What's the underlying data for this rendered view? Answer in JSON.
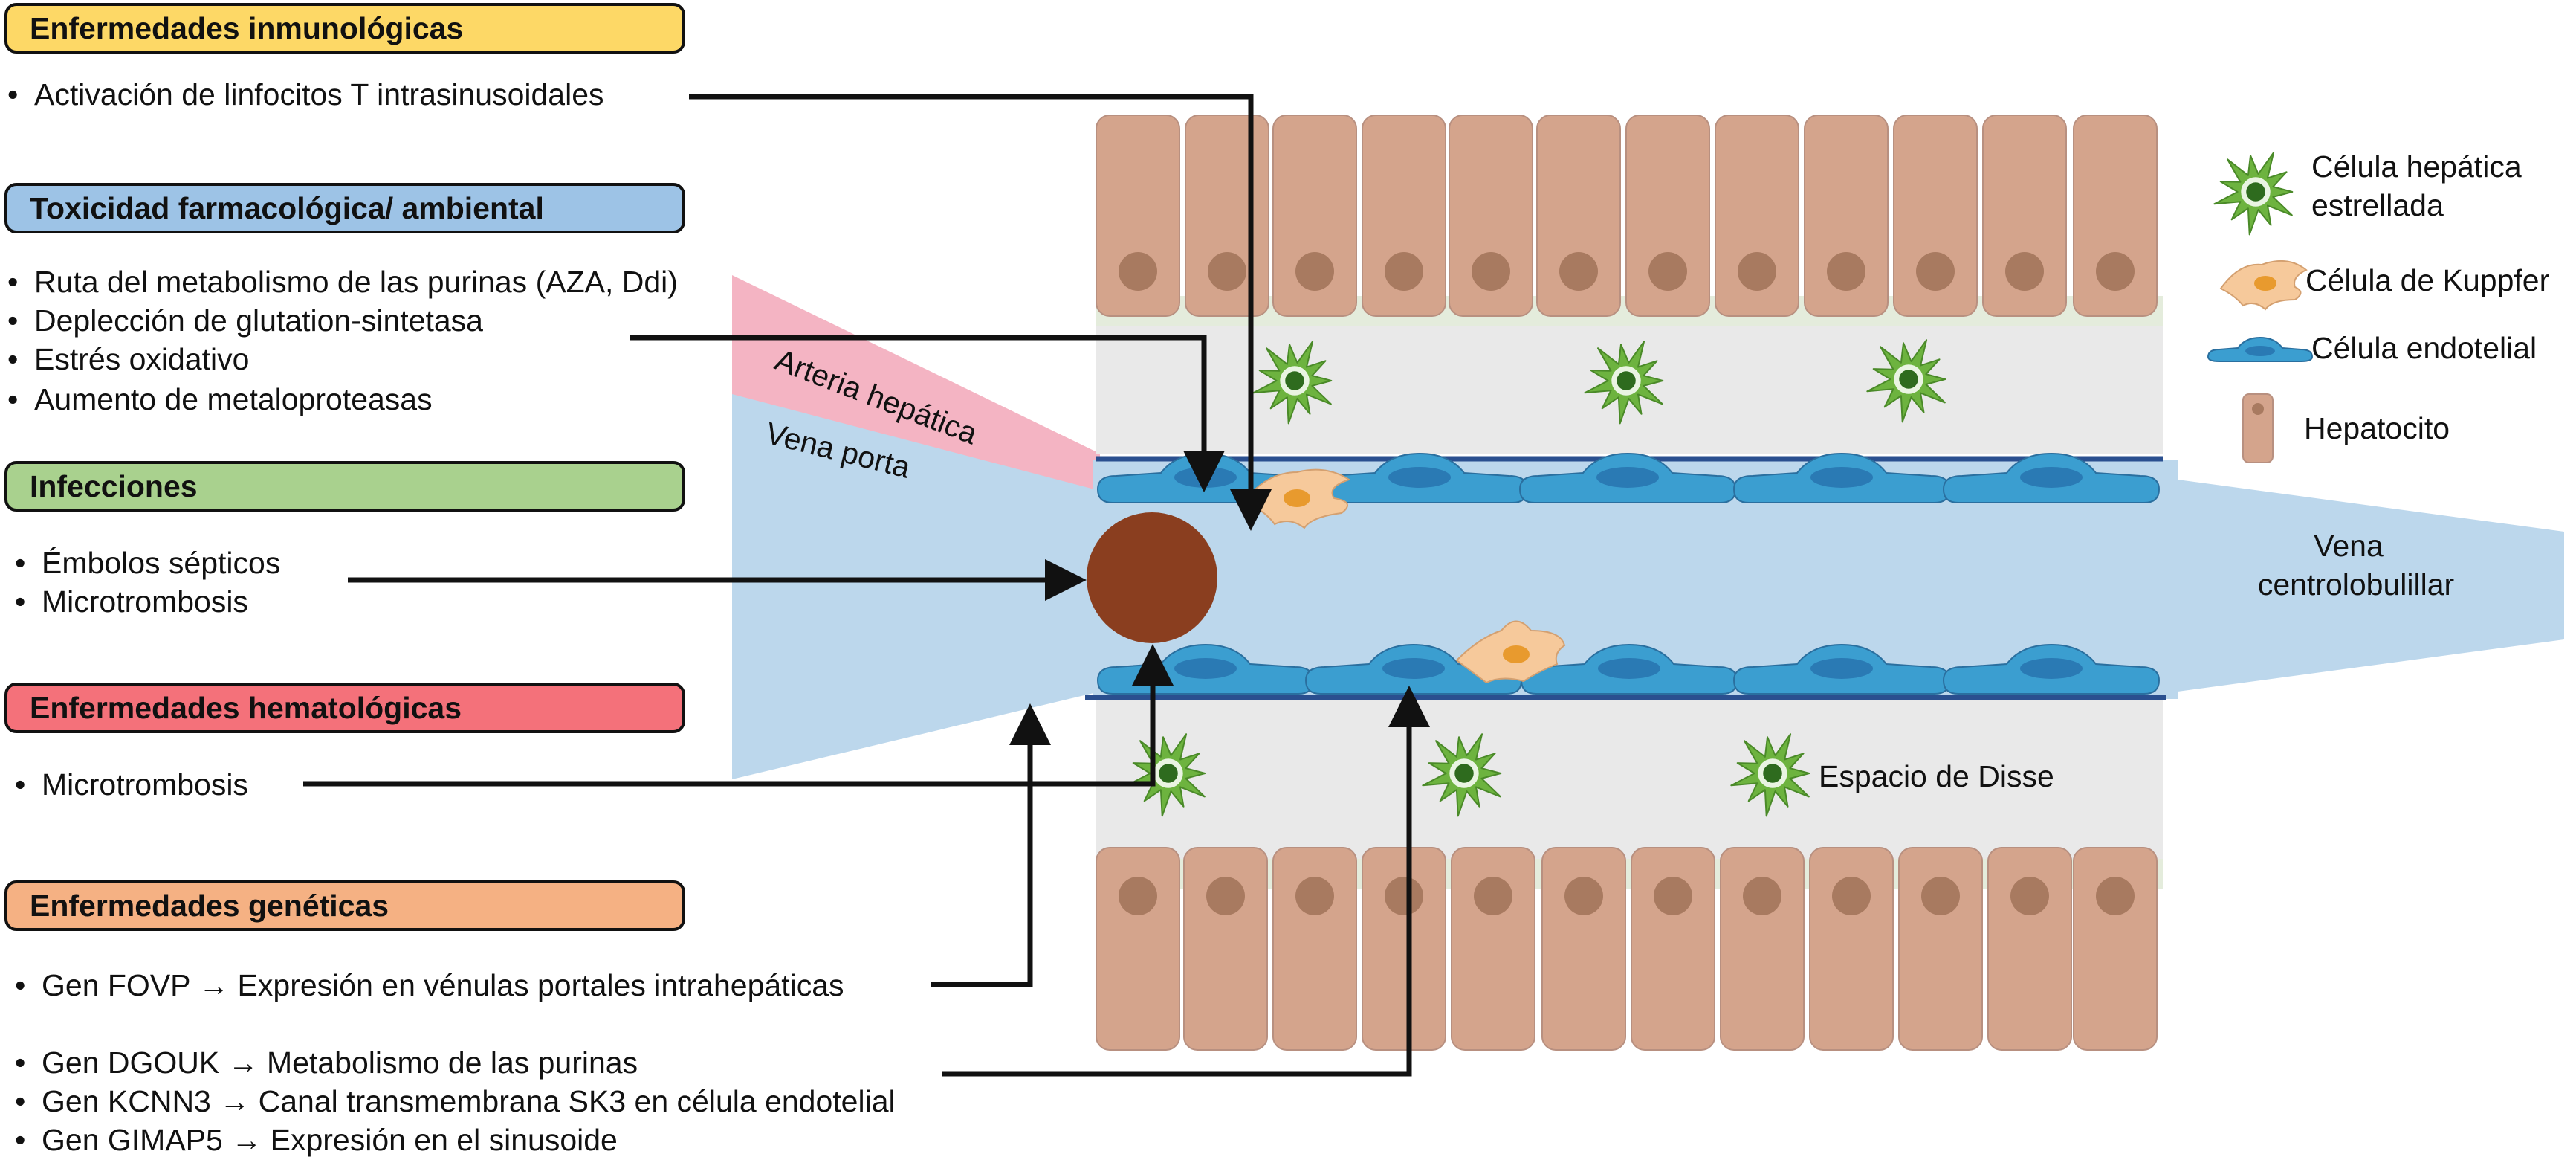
{
  "sections": [
    {
      "title": "Enfermedades inmunológicas",
      "color": "#fdd866",
      "items": [
        "Activación de linfocitos T intrasinusoidales"
      ]
    },
    {
      "title": "Toxicidad farmacológica/ ambiental",
      "color": "#9dc3e6",
      "items": [
        "Ruta del metabolismo de las purinas (AZA, Ddi)",
        "Deplección de glutation-sintetasa",
        "Estrés oxidativo",
        "Aumento de metaloproteasas"
      ]
    },
    {
      "title": "Infecciones",
      "color": "#a9d18e",
      "items": [
        "Émbolos sépticos",
        "Microtrombosis"
      ]
    },
    {
      "title": "Enfermedades hematológicas",
      "color": "#f4717a",
      "items": [
        "Microtrombosis"
      ]
    },
    {
      "title": "Enfermedades genéticas",
      "color": "#f5b183",
      "items": [
        "Gen FOVP → Expresión en vénulas portales intrahepáticas",
        "Gen DGOUK → Metabolismo de las purinas",
        "Gen KCNN3 → Canal transmembrana SK3 en célula endotelial",
        "Gen GIMAP5 → Expresión en el sinusoide"
      ]
    }
  ],
  "diagram": {
    "arteria": "Arteria hepática",
    "vena_porta": "Vena porta",
    "vena_central_1": "Vena",
    "vena_central_2": "centrolobulillar",
    "disse": "Espacio de Disse"
  },
  "legend": {
    "stellate_1": "Célula hepática",
    "stellate_2": "estrellada",
    "kupffer": "Célula de Kuppfer",
    "endothelial": "Célula endotelial",
    "hepatocyte": "Hepatocito"
  },
  "colors": {
    "hepatocyte": "#d4a48c",
    "hepatocyte_nucleus": "#a87a60",
    "endothelial": "#3b9ed0",
    "vessel": "#bcd7ec",
    "artery": "#f4b4c3",
    "disse": "#e9e9e9",
    "clot": "#8a3e1f",
    "stellate": "#6db33f",
    "kupffer": "#f6c99b"
  }
}
